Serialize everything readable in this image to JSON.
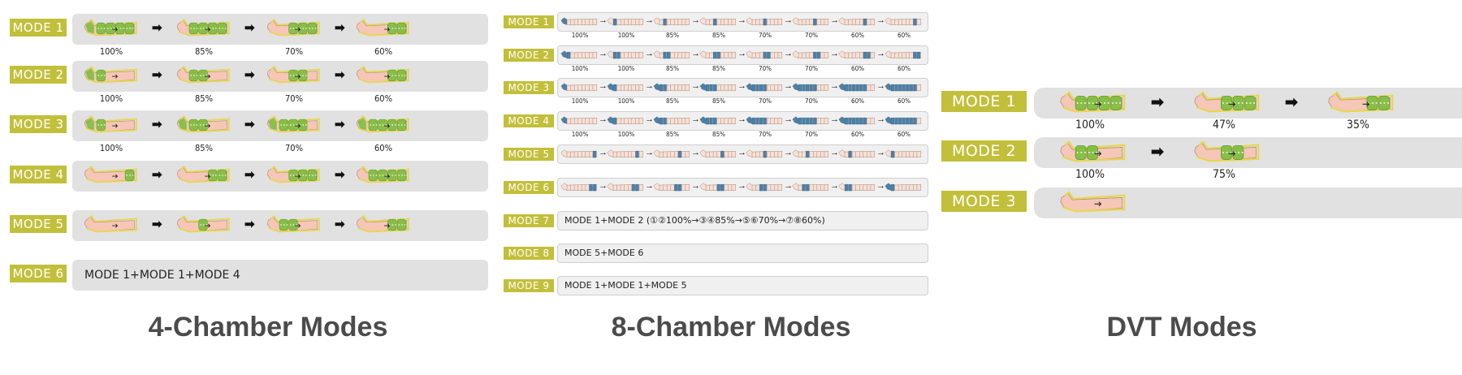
{
  "colors": {
    "badge": "#c2bf3a",
    "bar": "#e1e1e1",
    "leg_skin": "#f6c6b6",
    "sleeve_yellow": "#e5d84a",
    "chamber_green": "#7cbf3d",
    "chamber_blue": "#2e6f9e",
    "title": "#4b4b4b"
  },
  "four_chamber": {
    "title": "4-Chamber Modes",
    "modes": [
      {
        "label": "MODE 1",
        "steps": [
          "100%",
          "85%",
          "70%",
          "60%"
        ]
      },
      {
        "label": "MODE 2",
        "steps": [
          "100%",
          "85%",
          "70%",
          "60%"
        ]
      },
      {
        "label": "MODE 3",
        "steps": [
          "100%",
          "85%",
          "70%",
          "60%"
        ]
      },
      {
        "label": "MODE 4",
        "steps": [
          "",
          "",
          "",
          ""
        ]
      },
      {
        "label": "MODE 5",
        "steps": [
          "",
          "",
          "",
          ""
        ]
      },
      {
        "label": "MODE 6",
        "combo": "MODE 1+MODE 1+MODE 4"
      }
    ]
  },
  "eight_chamber": {
    "title": "8-Chamber Modes",
    "modes": [
      {
        "label": "MODE 1",
        "steps": [
          "100%",
          "100%",
          "85%",
          "85%",
          "70%",
          "70%",
          "60%",
          "60%"
        ]
      },
      {
        "label": "MODE 2",
        "steps": [
          "100%",
          "100%",
          "85%",
          "85%",
          "70%",
          "70%",
          "60%",
          "60%"
        ]
      },
      {
        "label": "MODE 3",
        "steps": [
          "100%",
          "100%",
          "85%",
          "85%",
          "70%",
          "70%",
          "60%",
          "60%"
        ]
      },
      {
        "label": "MODE 4",
        "steps": [
          "100%",
          "100%",
          "85%",
          "85%",
          "70%",
          "70%",
          "60%",
          "60%"
        ]
      },
      {
        "label": "MODE 5",
        "steps": [
          "",
          "",
          "",
          "",
          "",
          "",
          "",
          ""
        ]
      },
      {
        "label": "MODE 6",
        "steps": [
          "",
          "",
          "",
          "",
          "",
          "",
          "",
          ""
        ]
      },
      {
        "label": "MODE 7",
        "combo": "MODE 1+MODE 2   (①②100%→③④85%→⑤⑥70%→⑦⑧60%)"
      },
      {
        "label": "MODE 8",
        "combo": "MODE 5+MODE 6"
      },
      {
        "label": "MODE 9",
        "combo": "MODE 1+MODE 1+MODE 5"
      }
    ]
  },
  "dvt": {
    "title": "DVT Modes",
    "modes": [
      {
        "label": "MODE  1",
        "steps": [
          "100%",
          "47%",
          "35%"
        ]
      },
      {
        "label": "MODE  2",
        "steps": [
          "100%",
          "75%"
        ]
      },
      {
        "label": "MODE  3",
        "steps": [
          ""
        ]
      }
    ]
  }
}
